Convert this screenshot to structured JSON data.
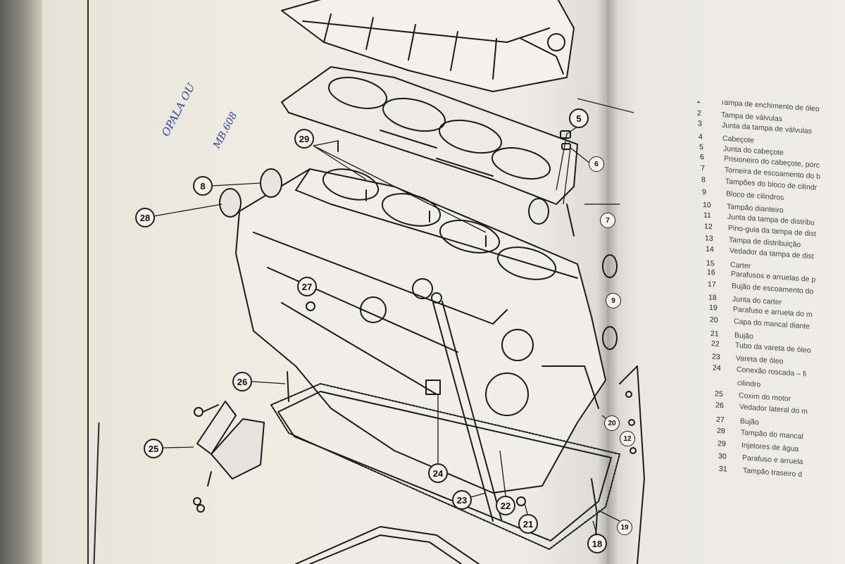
{
  "handwriting": {
    "line1": "OPALA OU",
    "line2": "MB.608"
  },
  "callouts": [
    {
      "id": "5",
      "label": "5"
    },
    {
      "id": "6",
      "label": "6"
    },
    {
      "id": "7",
      "label": "7"
    },
    {
      "id": "8",
      "label": "8"
    },
    {
      "id": "9",
      "label": "9"
    },
    {
      "id": "12",
      "label": "12"
    },
    {
      "id": "18",
      "label": "18"
    },
    {
      "id": "19",
      "label": "19"
    },
    {
      "id": "20",
      "label": "20"
    },
    {
      "id": "21",
      "label": "21"
    },
    {
      "id": "22",
      "label": "22"
    },
    {
      "id": "23",
      "label": "23"
    },
    {
      "id": "24",
      "label": "24"
    },
    {
      "id": "25",
      "label": "25"
    },
    {
      "id": "26",
      "label": "26"
    },
    {
      "id": "27",
      "label": "27"
    },
    {
      "id": "28",
      "label": "28"
    },
    {
      "id": "29",
      "label": "29"
    }
  ],
  "legend": [
    {
      "num": "1",
      "text": "Tampa de enchimento de óleo"
    },
    {
      "num": "2",
      "text": "Tampa de válvulas"
    },
    {
      "num": "3",
      "text": "Junta da tampa de válvulas"
    },
    {
      "num": "4",
      "text": "Cabeçote"
    },
    {
      "num": "5",
      "text": "Junta do cabeçote"
    },
    {
      "num": "6",
      "text": "Prisioneiro do cabeçote, porc"
    },
    {
      "num": "7",
      "text": "Torneira de escoamento do b"
    },
    {
      "num": "8",
      "text": "Tampões do bloco de cilindr"
    },
    {
      "num": "9",
      "text": "Bloco de cilindros"
    },
    {
      "num": "10",
      "text": "Tampão dianteiro"
    },
    {
      "num": "11",
      "text": "Junta da tampa de distribu"
    },
    {
      "num": "12",
      "text": "Pino-guia da tampa de dist"
    },
    {
      "num": "13",
      "text": "Tampa de distribuição"
    },
    {
      "num": "14",
      "text": "Vedador da tampa de dist"
    },
    {
      "num": "15",
      "text": "Carter"
    },
    {
      "num": "16",
      "text": "Parafusos e arruelas de p"
    },
    {
      "num": "17",
      "text": "Bujão de escoamento do"
    },
    {
      "num": "18",
      "text": "Junta do carter"
    },
    {
      "num": "19",
      "text": "Parafuso e arruela do m"
    },
    {
      "num": "20",
      "text": "Capa do mancal diante"
    },
    {
      "num": "21",
      "text": "Bujão"
    },
    {
      "num": "22",
      "text": "Tubo da vareta de óleo"
    },
    {
      "num": "23",
      "text": "Vareta de óleo"
    },
    {
      "num": "24",
      "text": "Conexão roscada – fi"
    },
    {
      "num": "",
      "text": "cilindro"
    },
    {
      "num": "25",
      "text": "Coxim do motor"
    },
    {
      "num": "26",
      "text": "Vedador lateral do m"
    },
    {
      "num": "27",
      "text": "Bujão"
    },
    {
      "num": "28",
      "text": "Tampão do mancal"
    },
    {
      "num": "29",
      "text": "Injetores de água"
    },
    {
      "num": "30",
      "text": "Parafuso e arruela"
    },
    {
      "num": "31",
      "text": "Tampão traseiro d"
    }
  ]
}
